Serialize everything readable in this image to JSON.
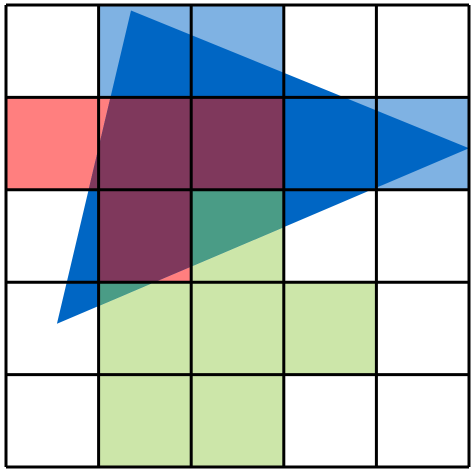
{
  "grid": {
    "rows": 5,
    "cols": 5,
    "line_color": "#000000"
  },
  "cells": [
    {
      "row": 0,
      "col": 1,
      "color": "#7fb2e3",
      "group": "blue"
    },
    {
      "row": 0,
      "col": 2,
      "color": "#7fb2e3",
      "group": "blue"
    },
    {
      "row": 1,
      "col": 0,
      "color": "#ff7f7f",
      "group": "red"
    },
    {
      "row": 1,
      "col": 1,
      "color": "#7f385c",
      "group": "red-blue-overlap"
    },
    {
      "row": 1,
      "col": 2,
      "color": "#7f385c",
      "group": "red-blue-overlap"
    },
    {
      "row": 1,
      "col": 3,
      "color": "#7fb2e3",
      "group": "blue"
    },
    {
      "row": 1,
      "col": 4,
      "color": "#7fb2e3",
      "group": "blue"
    },
    {
      "row": 2,
      "col": 1,
      "color": "#7f385c",
      "group": "red-blue-overlap"
    },
    {
      "row": 2,
      "col": 2,
      "color": "#4a9c86",
      "group": "green-blue-overlap"
    },
    {
      "row": 3,
      "col": 1,
      "color": "#cce6a9",
      "group": "green"
    },
    {
      "row": 3,
      "col": 2,
      "color": "#cce6a9",
      "group": "green"
    },
    {
      "row": 3,
      "col": 3,
      "color": "#cce6a9",
      "group": "green"
    },
    {
      "row": 4,
      "col": 1,
      "color": "#cce6a9",
      "group": "green"
    },
    {
      "row": 4,
      "col": 2,
      "color": "#cce6a9",
      "group": "green"
    }
  ],
  "triangle": {
    "vertices": [
      [
        1.35,
        0.06
      ],
      [
        5.0,
        1.55
      ],
      [
        0.55,
        3.45
      ]
    ],
    "color": "#0066c4"
  },
  "regions": [
    {
      "name": "red-region",
      "color": "#ff7f7f",
      "cells": [
        [
          1,
          0
        ],
        [
          1,
          1
        ],
        [
          1,
          2
        ],
        [
          2,
          1
        ]
      ]
    },
    {
      "name": "green-region",
      "color": "#cce6a9",
      "cells": [
        [
          2,
          2
        ],
        [
          3,
          1
        ],
        [
          3,
          2
        ],
        [
          3,
          3
        ],
        [
          4,
          1
        ],
        [
          4,
          2
        ]
      ]
    }
  ],
  "region_inside_triangle": {
    "red-region": "#7f385c",
    "green-region": "#4a9c86"
  }
}
